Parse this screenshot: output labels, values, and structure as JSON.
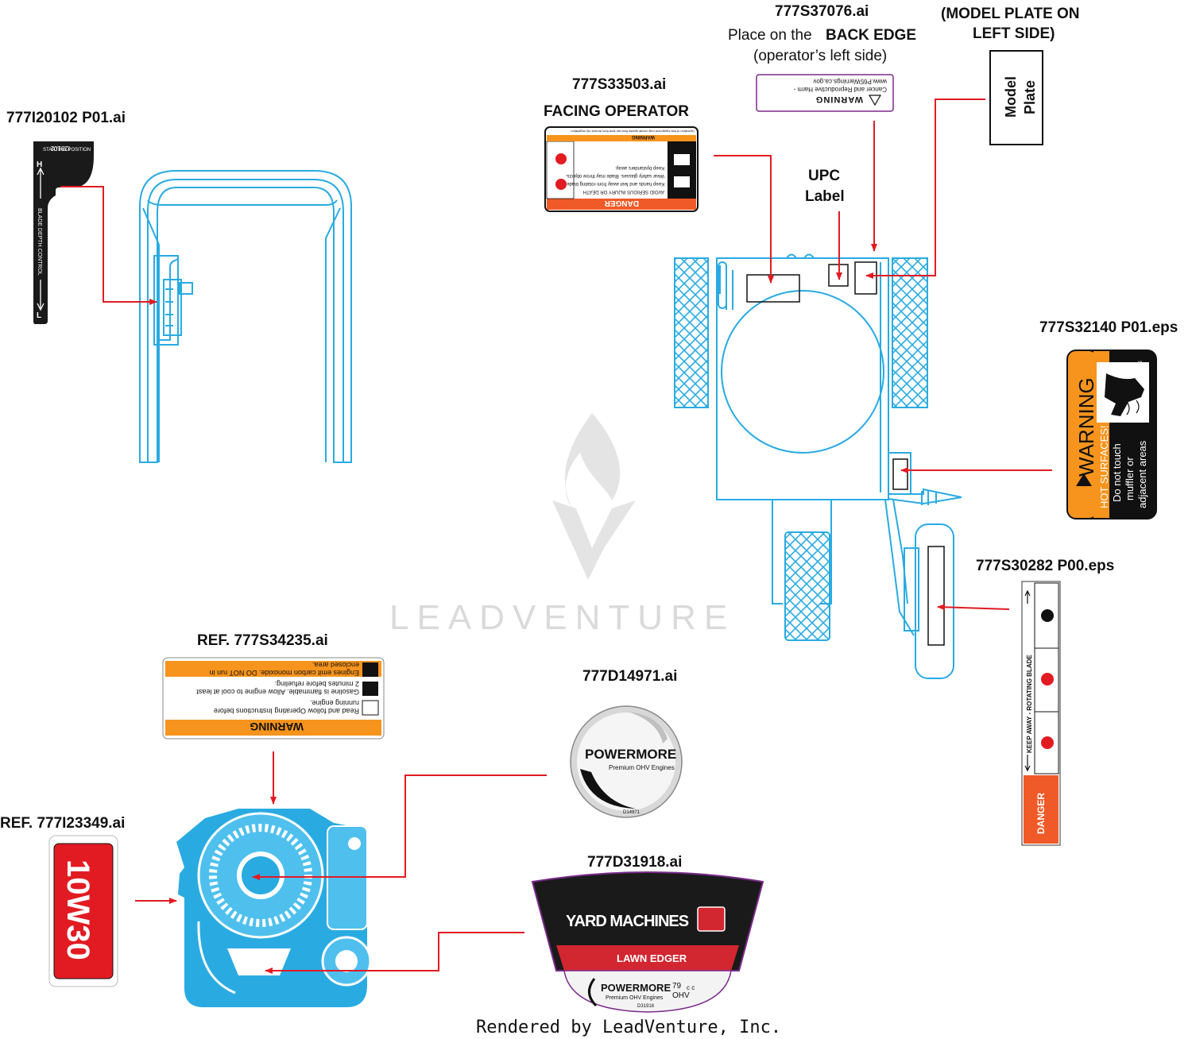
{
  "colors": {
    "outline_blue": "#29abe2",
    "engine_blue": "#29abe2",
    "arrow_red": "#e21b23",
    "danger_orange": "#f05a28",
    "warning_orange": "#f7941d",
    "dark": "#111111"
  },
  "labels": {
    "handle_part": "777I20102 P01.ai",
    "model_plate_header_line1": "(MODEL PLATE ON",
    "model_plate_header_line2": "LEFT SIDE)",
    "model_plate_line1": "Model",
    "model_plate_line2": "Plate",
    "prop65_part": "777S37076.ai",
    "prop65_place_prefix": "Place on the",
    "prop65_place_bold": "BACK EDGE",
    "prop65_place_suffix": "(operator’s left side)",
    "danger_part": "777S33503.ai",
    "danger_position": "FACING OPERATOR",
    "upc_line1": "UPC",
    "upc_line2": "Label",
    "hot_part": "777S32140 P01.eps",
    "blade_part": "777S30282 P00.eps",
    "fuel_warning_part": "REF.  777S34235.ai",
    "powermore_part": "777D14971.ai",
    "oil_part": "REF.  777I23349.ai",
    "yard_part": "777D31918.ai",
    "footer": "Rendered by LeadVenture, Inc.",
    "watermark": "LEADVENTURE"
  },
  "decals": {
    "depth_control": {
      "code": "I20102",
      "top": "STARTING POSITION",
      "letter_h": "H",
      "letter_l": "L",
      "text": "BLADE DEPTH CONTROL"
    },
    "prop65": {
      "title": "WARNING",
      "line1": "Cancer and Reproductive Harm -",
      "line2": "www.P65Warnings.ca.gov"
    },
    "danger": {
      "title": "DANGER",
      "line1": "AVOID SERIOUS INJURY OR DEATH",
      "line2": "Keep hands and feet away from rotating blade.",
      "line3": "Wear safety glasses. Blade may throw objects.",
      "line4": "Keep bystanders away.",
      "warning_title": "WARNING",
      "warning_text": "Operation of this equipment may create sparks that can start fires around dry vegetation."
    },
    "hot": {
      "code": "S32140",
      "title": "WARNING",
      "line1": "HOT SURFACES!",
      "line2": "Do not touch",
      "line3": "muffler or",
      "line4": "adjacent areas"
    },
    "blade": {
      "keep_away": "KEEP AWAY - ROTATING BLADE",
      "danger": "DANGER"
    },
    "fuel": {
      "title": "WARNING",
      "line1": "Read and follow Operating Instructions before",
      "line2": "running engine.",
      "line3": "Gasoline is flammable. Allow engine to cool at least",
      "line4": "2 minutes before refueling.",
      "line5": "Engines emit carbon monoxide. DO NOT run in",
      "line6": "enclosed area."
    },
    "powermore": {
      "brand": "POWERMORE",
      "sub": "Premium OHV Engines",
      "code": "D14971"
    },
    "oil": {
      "text": "10W30"
    },
    "yard": {
      "brand": "YARD MACHINES",
      "product": "LAWN EDGER",
      "brand2": "POWERMORE",
      "sub": "Premium OHV Engines",
      "cc": "79",
      "cc_unit": "c c",
      "ohv": "OHV",
      "code": "D31918"
    }
  }
}
